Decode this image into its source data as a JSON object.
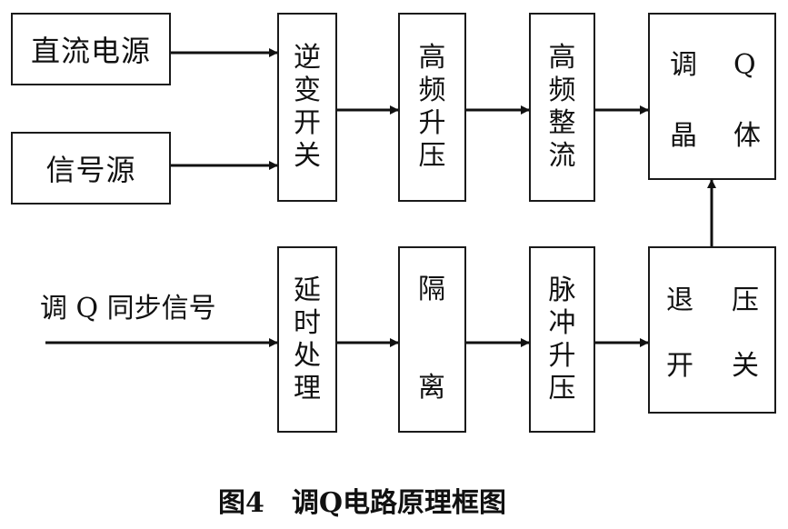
{
  "blocks": {
    "dc_source": "直流电源",
    "signal_source": "信号源",
    "inverter_switch": [
      "逆",
      "变",
      "开",
      "关"
    ],
    "hf_boost": [
      "高",
      "频",
      "升",
      "压"
    ],
    "hf_rectifier": [
      "高",
      "频",
      "整",
      "流"
    ],
    "q_crystal": [
      "调",
      "Q",
      "晶",
      "体"
    ],
    "q_sync_signal": "调 Q 同步信号",
    "delay": [
      "延",
      "时",
      "处",
      "理"
    ],
    "isolation": [
      "隔",
      "离"
    ],
    "pulse_boost": [
      "脉",
      "冲",
      "升",
      "压"
    ],
    "release_switch": [
      "退",
      "压",
      "开",
      "关"
    ]
  },
  "caption": "图4　调Q电路原理框图"
}
